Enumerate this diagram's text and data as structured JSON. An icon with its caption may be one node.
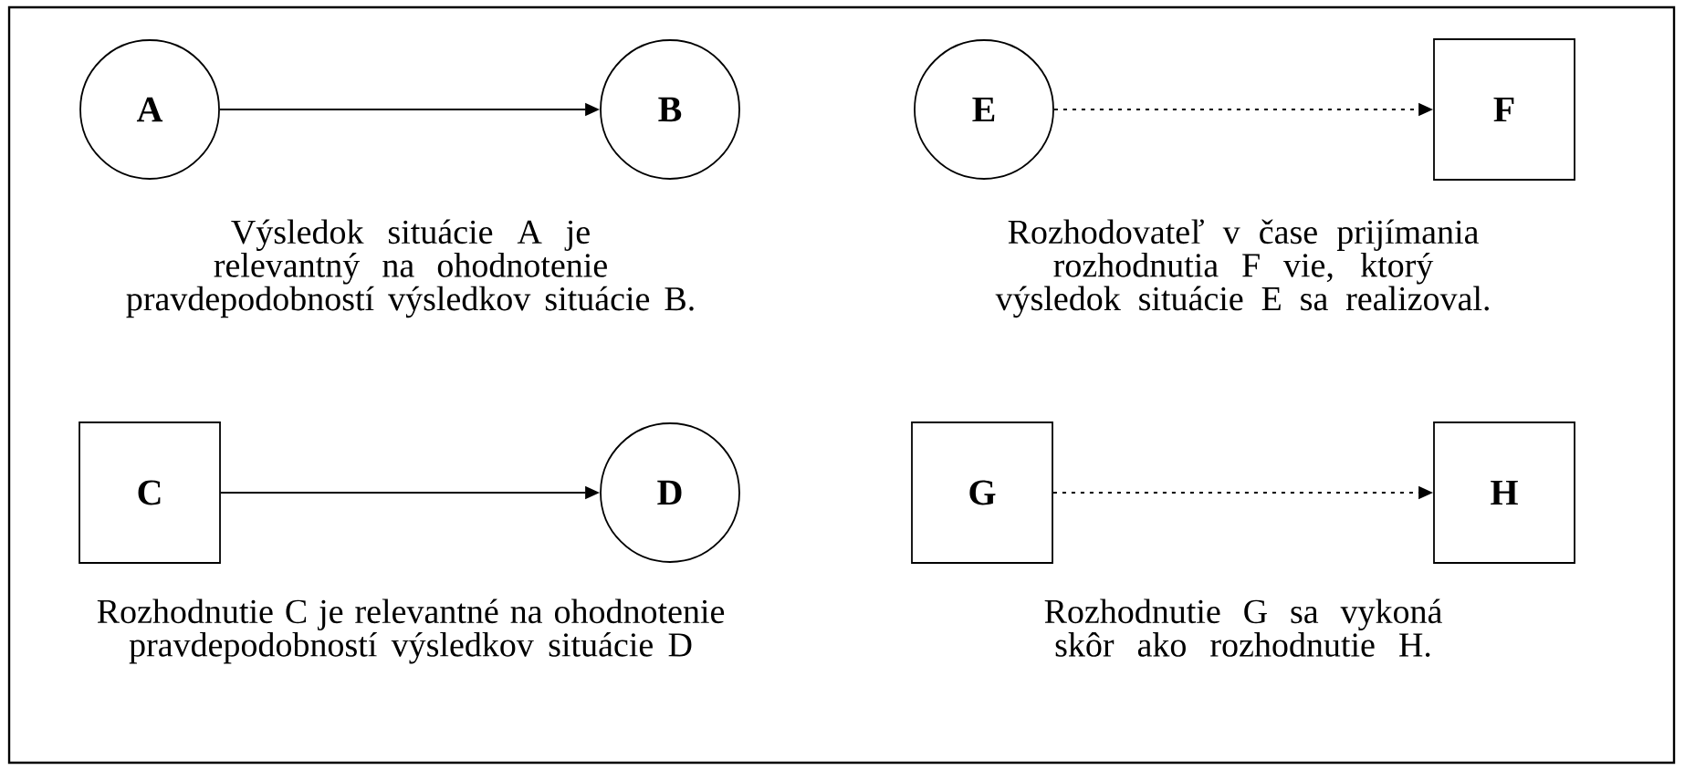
{
  "diagram": {
    "nodes": [
      {
        "text": [
          "A"
        ]
      },
      {
        "text": [
          "B"
        ]
      },
      {
        "text": [
          "E"
        ]
      },
      {
        "text": [
          "F"
        ]
      },
      {
        "text": [
          "C"
        ]
      },
      {
        "text": [
          "D"
        ]
      },
      {
        "text": [
          "G"
        ]
      },
      {
        "text": [
          "H"
        ]
      }
    ],
    "edges": [
      {
        "from": 0,
        "to": 1,
        "arrow": "to"
      },
      {
        "from": 2,
        "to": 3,
        "arrow": "to",
        "style": "dashed"
      },
      {
        "from": 4,
        "to": 5,
        "arrow": "to"
      },
      {
        "from": 6,
        "to": 7,
        "arrow": "to",
        "style": "dashed"
      }
    ],
    "labels": [
      "Výsledok situácie A je relevantný na ohodnotenie pravdepodobností výsledkov situácie B.",
      "Rozhodovateľ v čase prijímania rozhodnutia F vie, ktorý výsledok situácie E sa realizoval.",
      "Rozhodnutie C je relevantné na ohodnotenie pravdepodobností výsledkov situácie D",
      "Rozhodnutie G sa vykoná skôr ako rozhodnutie H."
    ]
  }
}
